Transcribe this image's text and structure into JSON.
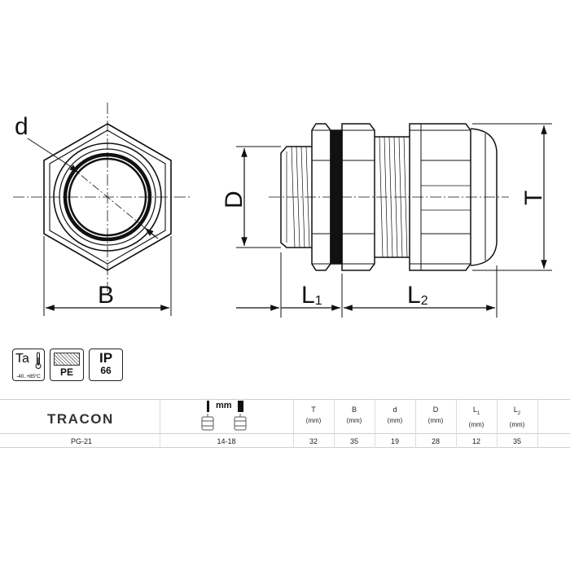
{
  "drawing": {
    "labels": {
      "d": "d",
      "B": "B",
      "D": "D",
      "T": "T",
      "L1_main": "L",
      "L1_sub": "1",
      "L2_main": "L",
      "L2_sub": "2"
    }
  },
  "badges": {
    "ta_symbol": "Ta",
    "ta_range": "-40..+85°C",
    "material": "PE",
    "ip_top": "IP",
    "ip_bottom": "66"
  },
  "table": {
    "brand": "TRACON",
    "mm_label": "mm",
    "headers": [
      {
        "main": "T",
        "sub": "",
        "unit": "(mm)"
      },
      {
        "main": "B",
        "sub": "",
        "unit": "(mm)"
      },
      {
        "main": "d",
        "sub": "",
        "unit": "(mm)"
      },
      {
        "main": "D",
        "sub": "",
        "unit": "(mm)"
      },
      {
        "main": "L",
        "sub": "1",
        "unit": "(mm)"
      },
      {
        "main": "L",
        "sub": "2",
        "unit": "(mm)"
      }
    ],
    "row": {
      "type": "PG-21",
      "clamp_range": "14-18",
      "values": [
        "32",
        "35",
        "19",
        "28",
        "12",
        "35"
      ]
    }
  }
}
